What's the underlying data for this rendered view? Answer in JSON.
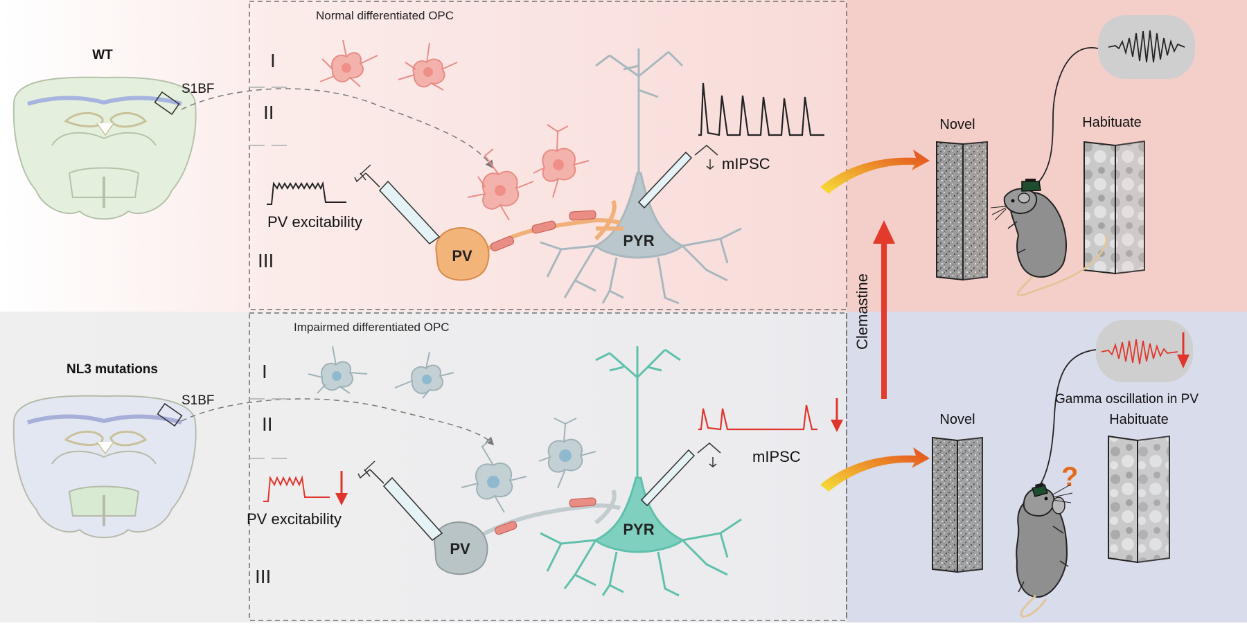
{
  "wt": {
    "label": "WT",
    "region": "S1BF",
    "opc_caption": "Normal differentiated OPC",
    "layers": [
      "I",
      "II",
      "III"
    ],
    "pv_excitability": "PV excitability",
    "pv_label": "PV",
    "pyr_label": "PYR",
    "mipsc": "mIPSC",
    "novel": "Novel",
    "habituate": "Habituate"
  },
  "nl3": {
    "label": "NL3 mutations",
    "region": "S1BF",
    "opc_caption": "Impairmed differentiated OPC",
    "layers": [
      "I",
      "II",
      "III"
    ],
    "pv_excitability": "PV excitability",
    "pv_label": "PV",
    "pyr_label": "PYR",
    "mipsc": "mIPSC",
    "novel": "Novel",
    "habituate": "Habituate",
    "gamma": "Gamma oscillation in PV",
    "question": "?"
  },
  "treatment": "Clemastine",
  "colors": {
    "wt_panel": "#f7d3d0",
    "nl3_panel": "#dfe2ec",
    "deficit_red": "#e0352b",
    "wt_opc": "#f2a6a3",
    "nl3_opc": "#b6c6ca",
    "pv_wt": "#f3b47a",
    "pv_nl3": "#b9c4c6",
    "pyr_wt": "#b9c7cc",
    "pyr_nl3": "#7fd0bf",
    "myelin": "#e98a82"
  }
}
